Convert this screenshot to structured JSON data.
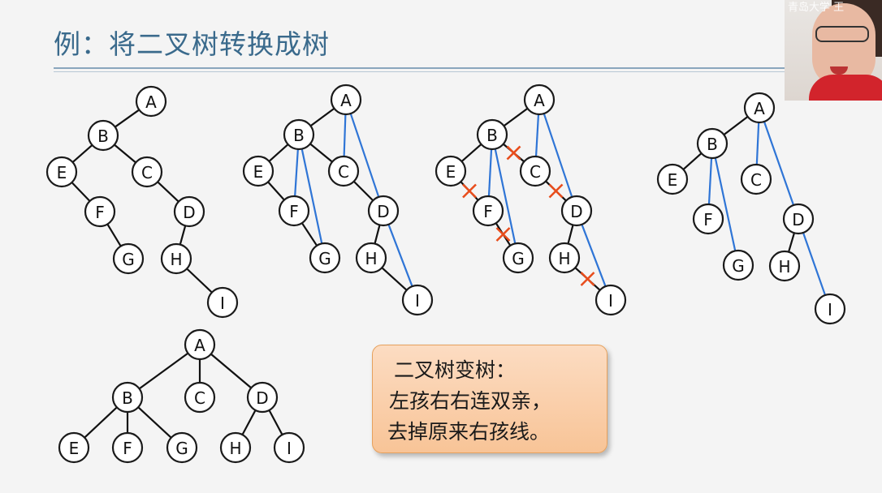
{
  "slide": {
    "title": "例：将二叉树转换成树",
    "callout": {
      "line1": "二叉树变树：",
      "line2": "左孩右右连双亲，",
      "line3": "去掉原来右孩线。"
    },
    "webcam_caption": "青岛大学 王"
  },
  "colors": {
    "title": "#3a6a8c",
    "tree_edge": "#111111",
    "added_link": "#2f75d6",
    "delete_mark": "#e84d1c",
    "callout_fill": "#f8c497",
    "callout_border": "#e6a15d"
  },
  "diagrams": [
    {
      "id": "step1-binary-tree",
      "nodes": [
        "A",
        "B",
        "C",
        "D",
        "E",
        "F",
        "G",
        "H",
        "I"
      ],
      "edges": [
        [
          "A",
          "B"
        ],
        [
          "B",
          "E"
        ],
        [
          "B",
          "C"
        ],
        [
          "E",
          "F"
        ],
        [
          "F",
          "G"
        ],
        [
          "C",
          "D"
        ],
        [
          "D",
          "H"
        ],
        [
          "H",
          "I"
        ]
      ]
    },
    {
      "id": "step2-add-links",
      "nodes": [
        "A",
        "B",
        "C",
        "D",
        "E",
        "F",
        "G",
        "H",
        "I"
      ],
      "edges": [
        [
          "A",
          "B"
        ],
        [
          "B",
          "E"
        ],
        [
          "B",
          "C"
        ],
        [
          "E",
          "F"
        ],
        [
          "F",
          "G"
        ],
        [
          "C",
          "D"
        ],
        [
          "D",
          "H"
        ],
        [
          "H",
          "I"
        ]
      ],
      "added_links": [
        [
          "A",
          "C"
        ],
        [
          "A",
          "D"
        ],
        [
          "B",
          "F"
        ],
        [
          "B",
          "G"
        ],
        [
          "D",
          "I"
        ]
      ]
    },
    {
      "id": "step3-remove-right-links",
      "nodes": [
        "A",
        "B",
        "C",
        "D",
        "E",
        "F",
        "G",
        "H",
        "I"
      ],
      "edges": [
        [
          "A",
          "B"
        ],
        [
          "B",
          "E"
        ],
        [
          "B",
          "C"
        ],
        [
          "E",
          "F"
        ],
        [
          "F",
          "G"
        ],
        [
          "C",
          "D"
        ],
        [
          "D",
          "H"
        ],
        [
          "H",
          "I"
        ]
      ],
      "added_links": [
        [
          "A",
          "C"
        ],
        [
          "A",
          "D"
        ],
        [
          "B",
          "F"
        ],
        [
          "B",
          "G"
        ],
        [
          "D",
          "I"
        ]
      ],
      "removed": [
        [
          "B",
          "C"
        ],
        [
          "E",
          "F"
        ],
        [
          "F",
          "G"
        ],
        [
          "C",
          "D"
        ],
        [
          "H",
          "I"
        ]
      ]
    },
    {
      "id": "step4-result",
      "nodes": [
        "A",
        "B",
        "C",
        "D",
        "E",
        "F",
        "G",
        "H",
        "I"
      ],
      "edges": [
        [
          "A",
          "B"
        ],
        [
          "B",
          "E"
        ],
        [
          "D",
          "H"
        ]
      ],
      "added_links": [
        [
          "A",
          "C"
        ],
        [
          "A",
          "D"
        ],
        [
          "B",
          "F"
        ],
        [
          "B",
          "G"
        ],
        [
          "D",
          "I"
        ]
      ]
    },
    {
      "id": "final-tree",
      "nodes": [
        "A",
        "B",
        "C",
        "D",
        "E",
        "F",
        "G",
        "H",
        "I"
      ],
      "edges": [
        [
          "A",
          "B"
        ],
        [
          "A",
          "C"
        ],
        [
          "A",
          "D"
        ],
        [
          "B",
          "E"
        ],
        [
          "B",
          "F"
        ],
        [
          "B",
          "G"
        ],
        [
          "D",
          "H"
        ],
        [
          "D",
          "I"
        ]
      ]
    }
  ]
}
